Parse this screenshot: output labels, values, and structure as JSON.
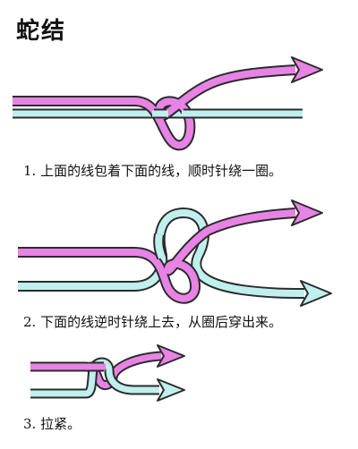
{
  "title": "蛇结",
  "steps": [
    {
      "caption": "1. 上面的线包着下面的线，顺时针绕一圈。"
    },
    {
      "caption": "2. 下面的线逆时针绕上去，从圈后穿出来。"
    },
    {
      "caption": "3. 拉紧。"
    }
  ],
  "colors": {
    "pink_cord": "#e883e6",
    "teal_cord": "#bff0ee",
    "outline": "#2b2b2b"
  }
}
